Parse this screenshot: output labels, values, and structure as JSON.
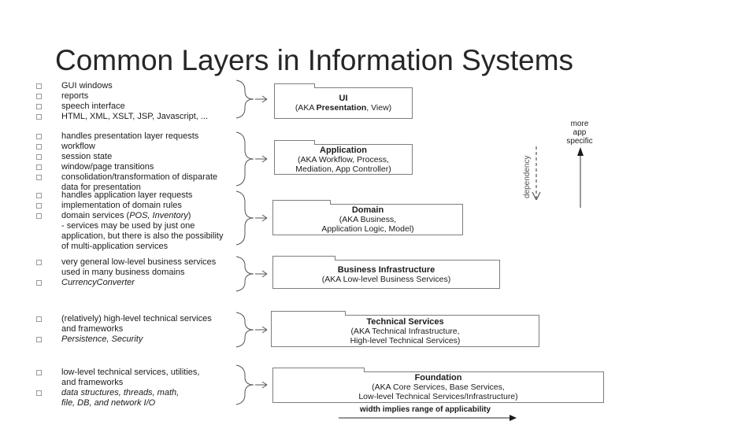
{
  "slide": {
    "title": "Common Layers in Information Systems"
  },
  "layers": [
    {
      "id": "ui",
      "box": {
        "title": "UI",
        "subtitle_pre": "(AKA ",
        "subtitle_em": "Presentation",
        "subtitle_post": ", View)"
      },
      "notes": [
        {
          "text": "GUI windows"
        },
        {
          "text": "reports"
        },
        {
          "text": "speech interface"
        },
        {
          "text": "HTML, XML, XSLT, JSP, Javascript, ..."
        }
      ]
    },
    {
      "id": "application",
      "box": {
        "title": "Application",
        "subtitle": "(AKA Workflow, Process,\nMediation, App Controller)"
      },
      "notes": [
        {
          "text": "handles presentation layer requests"
        },
        {
          "text": "workflow"
        },
        {
          "text": "session state"
        },
        {
          "text": "window/page transitions"
        },
        {
          "text": "consolidation/transformation of disparate"
        },
        {
          "text": "data for presentation"
        }
      ]
    },
    {
      "id": "domain",
      "box": {
        "title": "Domain",
        "subtitle": "(AKA Business,\nApplication Logic, Model)"
      },
      "notes": [
        {
          "text": "handles application layer requests"
        },
        {
          "text": "implementation of domain rules"
        },
        {
          "pre": "domain services (",
          "em": "POS, Inventory",
          "post": ")"
        },
        {
          "text": "- services may be used by just one"
        },
        {
          "text": "application, but there is also the possibility"
        },
        {
          "text": "of multi-application services"
        }
      ]
    },
    {
      "id": "business-infrastructure",
      "box": {
        "title": "Business Infrastructure",
        "subtitle": "(AKA Low-level Business Services)"
      },
      "notes": [
        {
          "text": "very general low-level business services"
        },
        {
          "text": "used in many business domains"
        },
        {
          "text": "CurrencyConverter"
        }
      ]
    },
    {
      "id": "technical-services",
      "box": {
        "title": "Technical Services",
        "subtitle": "(AKA Technical Infrastructure,\nHigh-level Technical Services)"
      },
      "notes": [
        {
          "text": "(relatively) high-level technical services"
        },
        {
          "text": "and frameworks"
        },
        {
          "text": "Persistence, Security"
        }
      ]
    },
    {
      "id": "foundation",
      "box": {
        "title": "Foundation",
        "subtitle": "(AKA Core Services, Base Services,\nLow-level Technical Services/Infrastructure)"
      },
      "notes": [
        {
          "text": "low-level technical services, utilities,"
        },
        {
          "text": "and frameworks"
        },
        {
          "text": "data structures, threads, math,"
        },
        {
          "text": "file, DB, and network I/O"
        }
      ]
    }
  ],
  "arrows": {
    "dependency_label": "dependency",
    "app_specific_label": "more\napp\nspecific",
    "width_label": "width implies range of applicability"
  }
}
